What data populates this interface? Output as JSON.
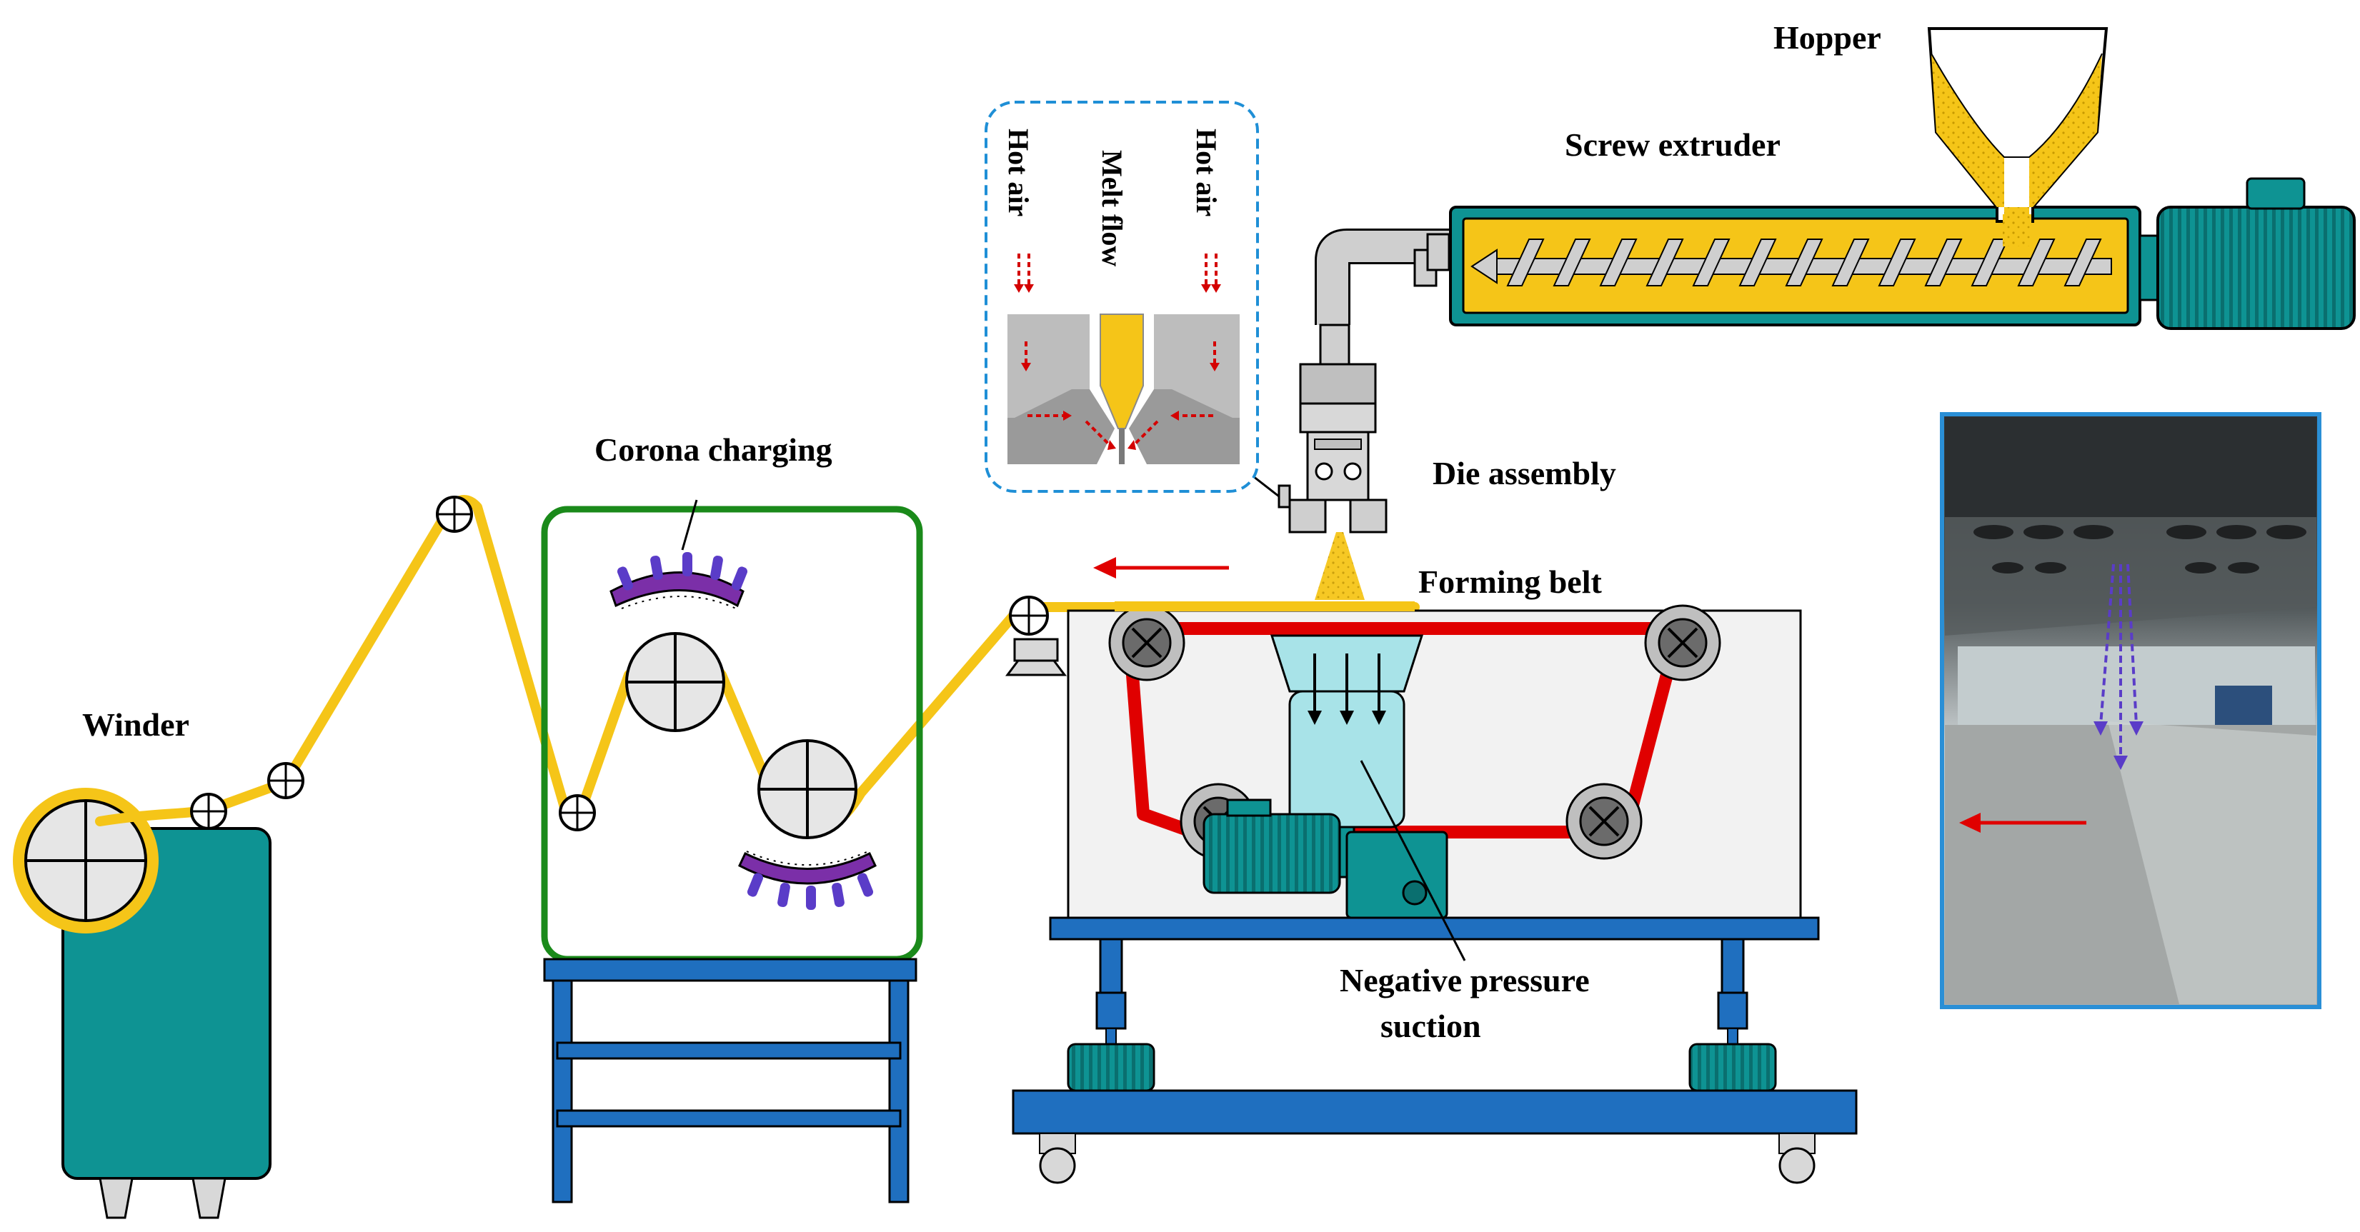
{
  "labels": {
    "hopper": "Hopper",
    "screw_extruder": "Screw extruder",
    "die_assembly": "Die assembly",
    "forming_belt": "Forming belt",
    "corona_charging": "Corona charging",
    "winder": "Winder",
    "negative_pressure_line1": "Negative pressure",
    "negative_pressure_line2": "suction"
  },
  "inset": {
    "hot_air_left": "Hot air",
    "melt_flow": "Melt flow",
    "hot_air_right": "Hot air"
  },
  "colors": {
    "fiber_web": "#f5c518",
    "melt": "#f5c518",
    "machine": "#0e9393",
    "frame": "#1f6fbf",
    "belt": "#e00000",
    "corona_green": "#1a8a1a",
    "corona_electrode": "#7b2fa8",
    "inset_border": "#1f8fd6",
    "hot_air": "#d40000",
    "suction_box": "#a8e3e8",
    "photo_border": "#2a8fd6",
    "photo_arrows": "#5a3cc8",
    "photo_arrow_red": "#e00000"
  },
  "icons": {
    "guide_roller": "circle-cross-icon",
    "belt_roller": "circle-x-icon",
    "motor": "motor-icon",
    "process_direction": "left-arrow-icon"
  },
  "photo": {
    "description_icon": "production-line-photo"
  }
}
